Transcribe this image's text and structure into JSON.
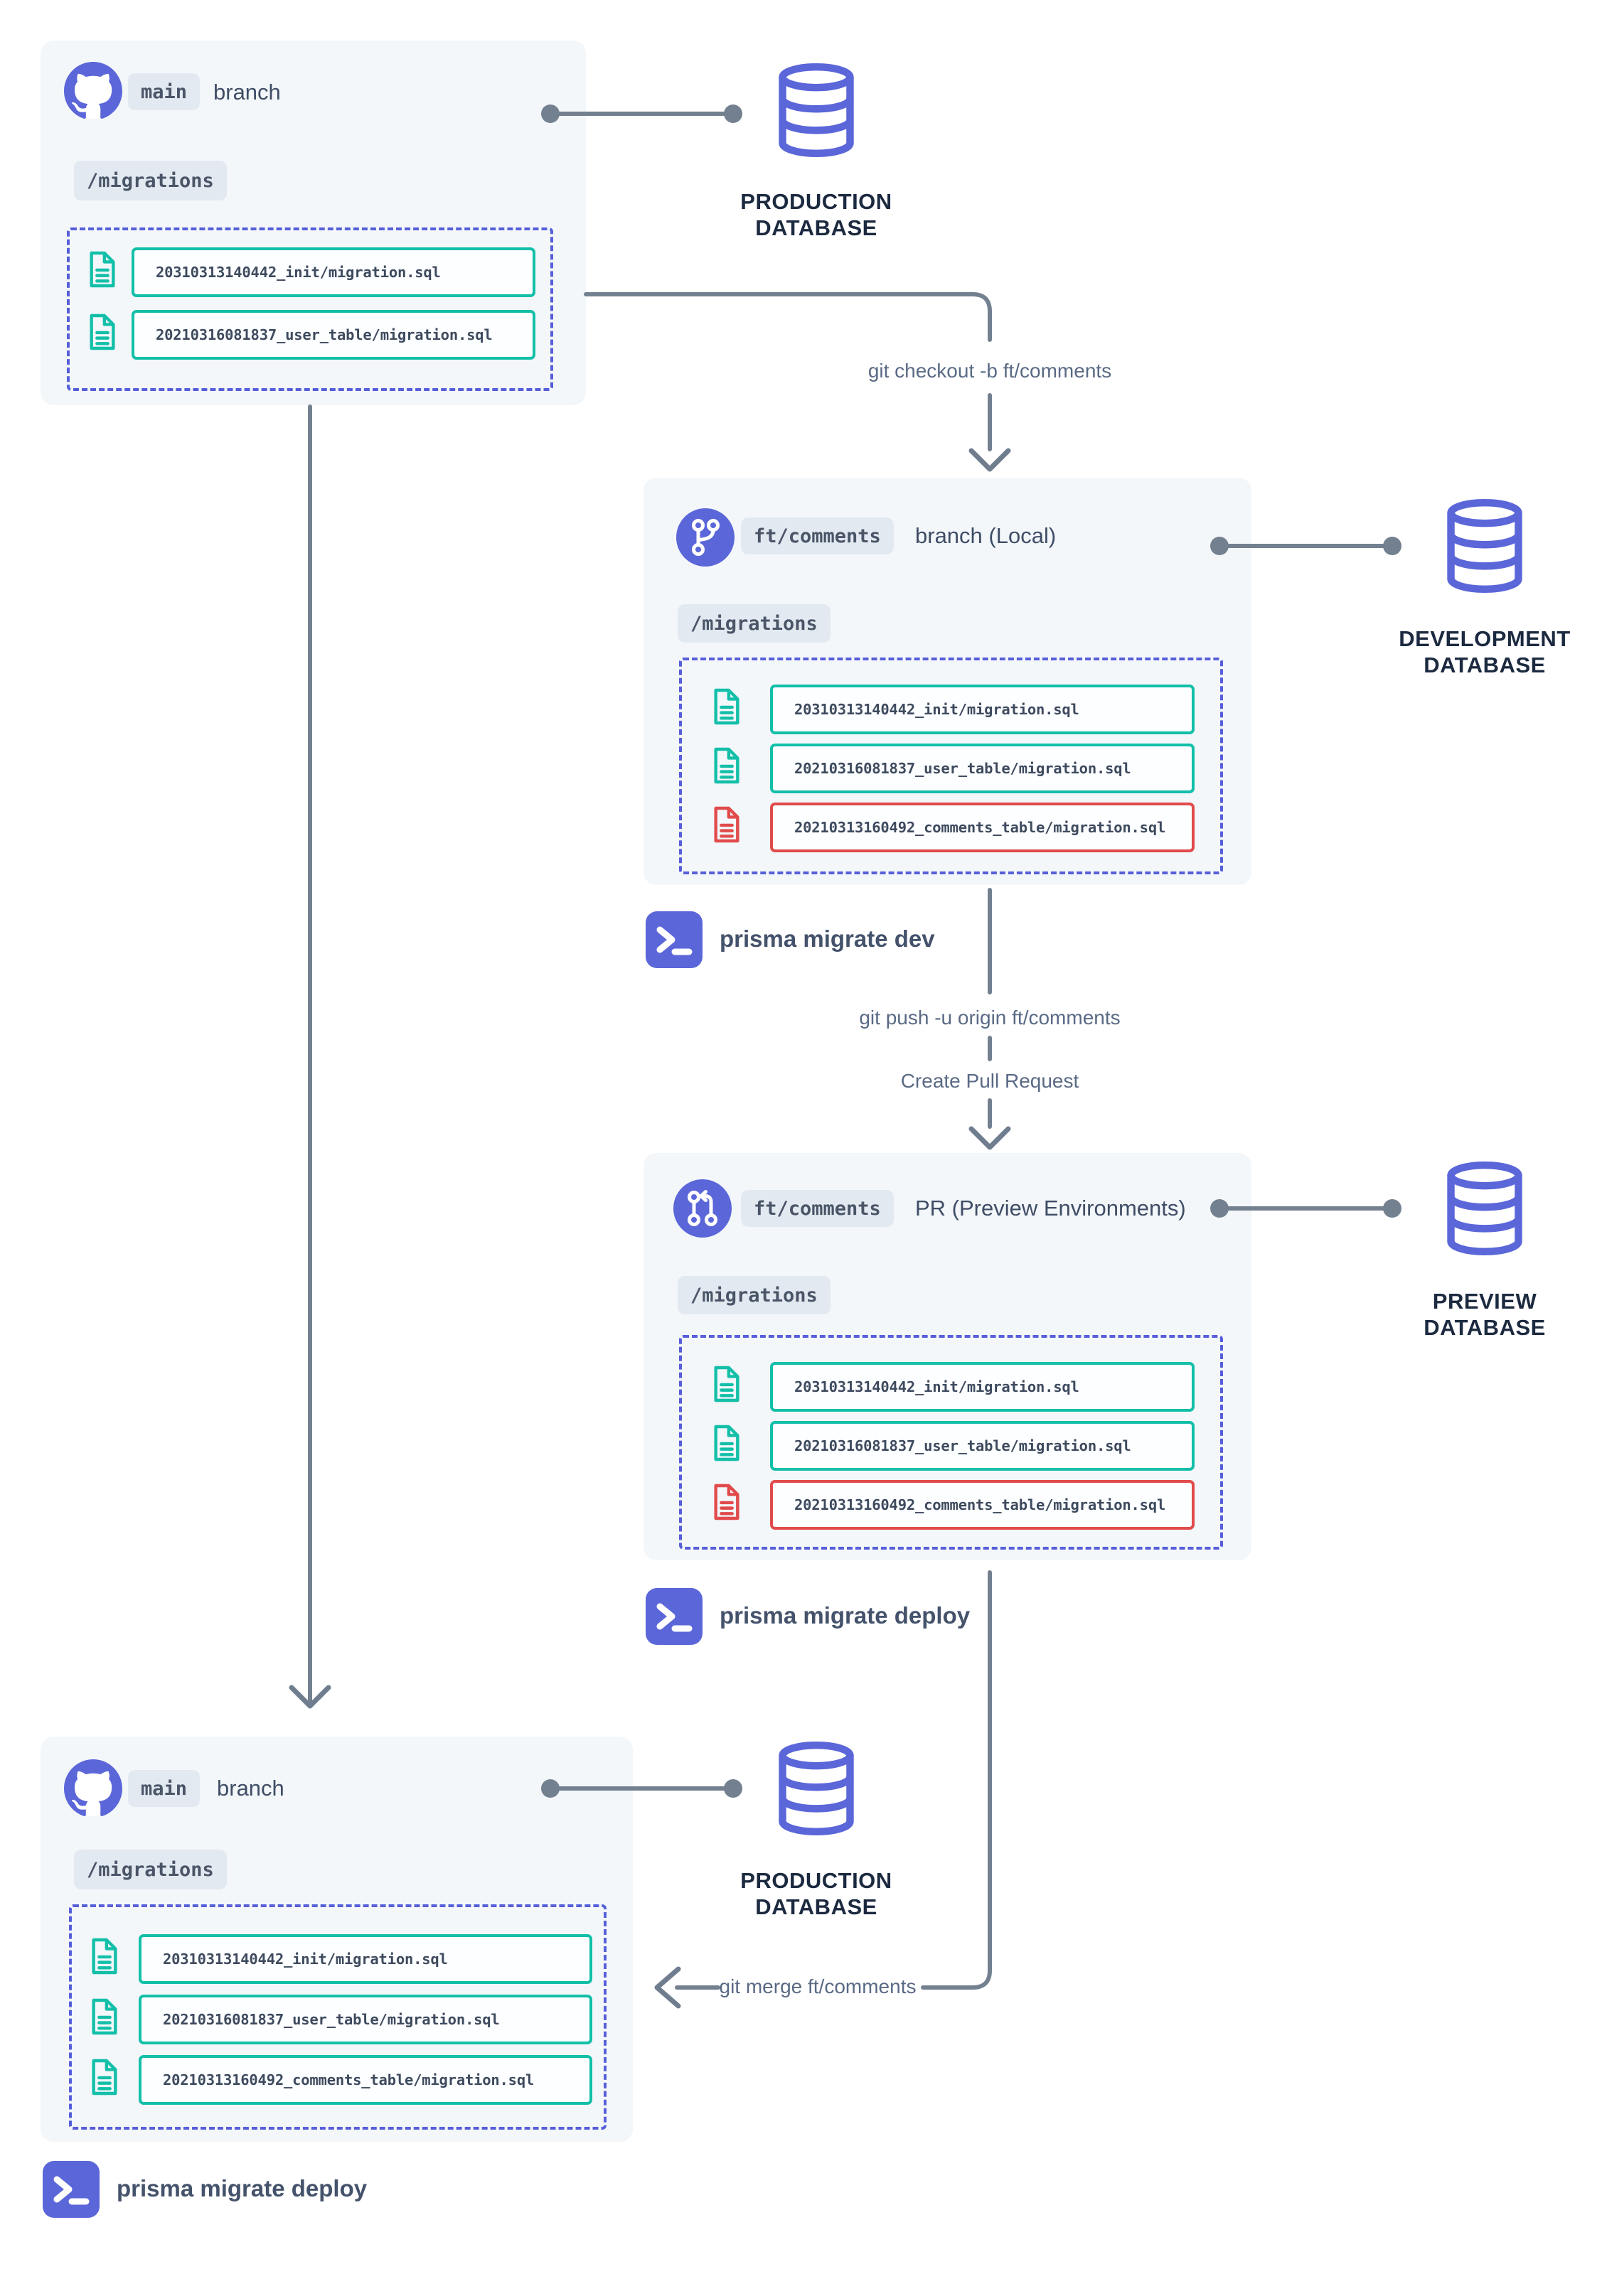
{
  "colors": {
    "accent_indigo": "#5b66d9",
    "teal": "#13bfa8",
    "red": "#e14b4b",
    "panel_bg": "#f3f7fa",
    "connector_gray": "#73808f",
    "dashed_border": "#565fd9",
    "db_label": "#1c2a40"
  },
  "panels": {
    "main_top": {
      "branch_badge": "main",
      "branch_label": "branch",
      "folder_badge": "/migrations",
      "files": [
        {
          "name": "20310313140442_init/migration.sql",
          "status": "ok"
        },
        {
          "name": "20210316081837_user_table/migration.sql",
          "status": "ok"
        }
      ]
    },
    "feature_local": {
      "branch_badge": "ft/comments",
      "branch_label": "branch (Local)",
      "folder_badge": "/migrations",
      "files": [
        {
          "name": "20310313140442_init/migration.sql",
          "status": "ok"
        },
        {
          "name": "20210316081837_user_table/migration.sql",
          "status": "ok"
        },
        {
          "name": "20210313160492_comments_table/migration.sql",
          "status": "new"
        }
      ]
    },
    "feature_pr": {
      "branch_badge": "ft/comments",
      "branch_label": "PR (Preview Environments)",
      "folder_badge": "/migrations",
      "files": [
        {
          "name": "20310313140442_init/migration.sql",
          "status": "ok"
        },
        {
          "name": "20210316081837_user_table/migration.sql",
          "status": "ok"
        },
        {
          "name": "20210313160492_comments_table/migration.sql",
          "status": "new"
        }
      ]
    },
    "main_bottom": {
      "branch_badge": "main",
      "branch_label": "branch",
      "folder_badge": "/migrations",
      "files": [
        {
          "name": "20310313140442_init/migration.sql",
          "status": "ok"
        },
        {
          "name": "20210316081837_user_table/migration.sql",
          "status": "ok"
        },
        {
          "name": "20210313160492_comments_table/migration.sql",
          "status": "ok"
        }
      ]
    }
  },
  "databases": {
    "production_top": {
      "line1": "PRODUCTION",
      "line2": "DATABASE"
    },
    "development": {
      "line1": "DEVELOPMENT",
      "line2": "DATABASE"
    },
    "preview": {
      "line1": "PREVIEW",
      "line2": "DATABASE"
    },
    "production_bottom": {
      "line1": "PRODUCTION",
      "line2": "DATABASE"
    }
  },
  "commands": {
    "migrate_dev": "prisma migrate dev",
    "migrate_deploy_pr": "prisma migrate deploy",
    "migrate_deploy_main": "prisma migrate deploy"
  },
  "flow_labels": {
    "checkout": "git checkout -b ft/comments",
    "push": "git push -u origin ft/comments",
    "create_pr": "Create Pull Request",
    "merge": "git merge ft/comments"
  }
}
